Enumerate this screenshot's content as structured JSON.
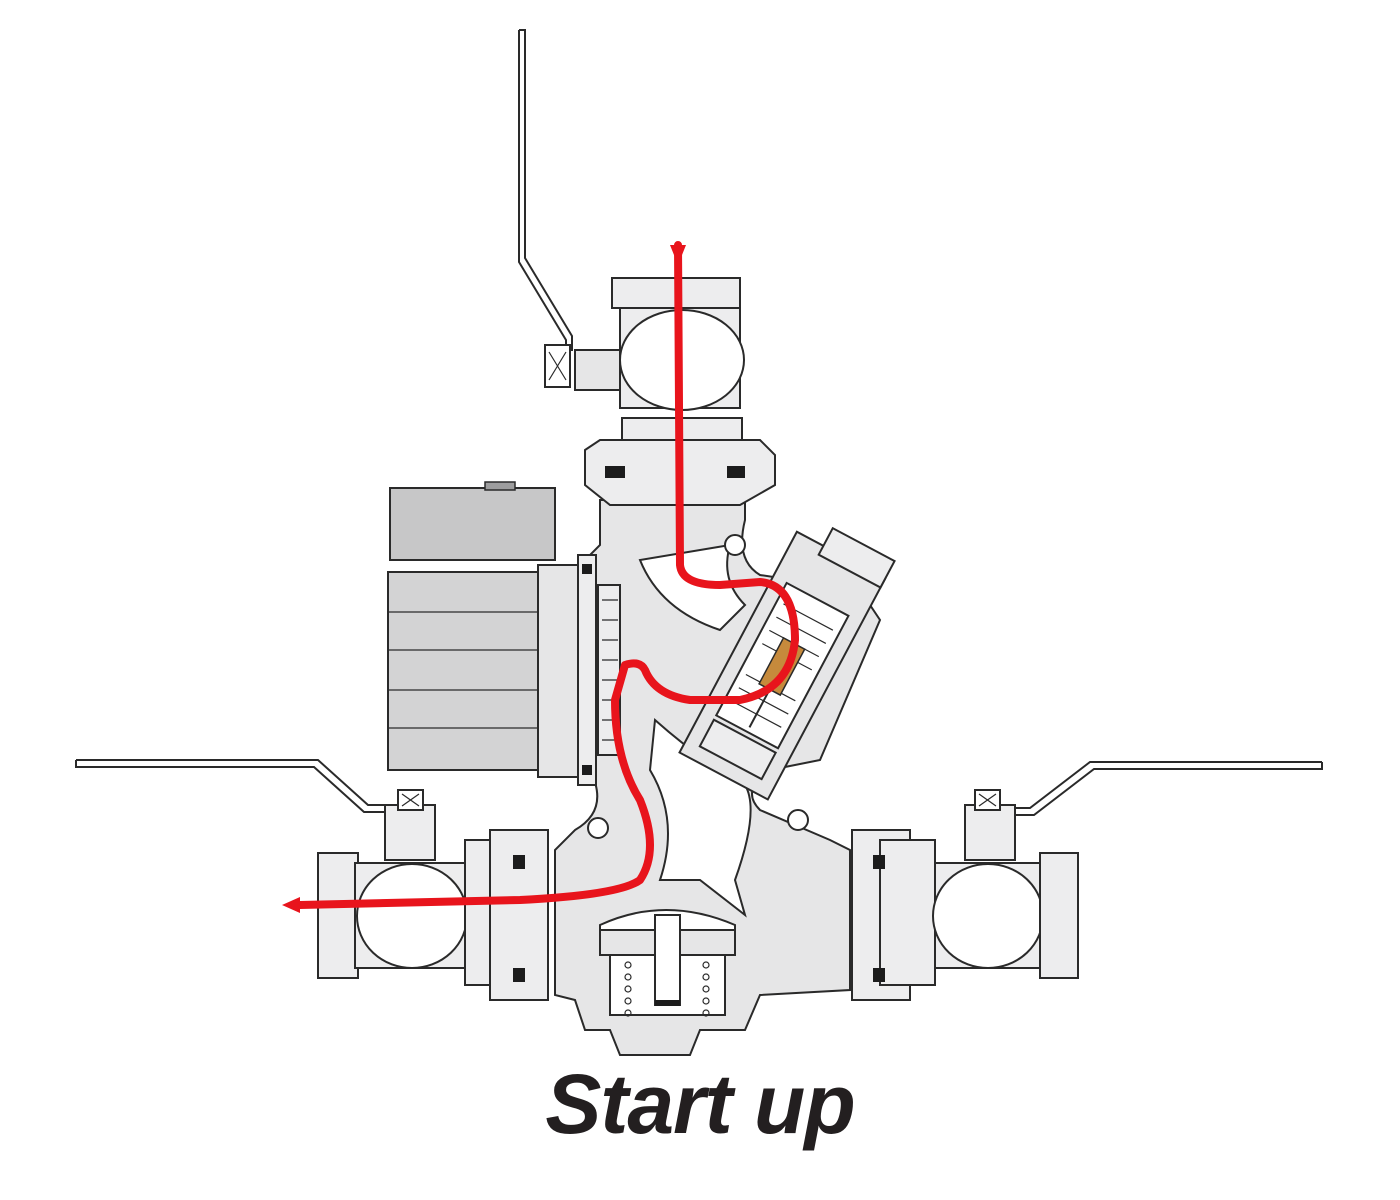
{
  "caption": "Start up",
  "colors": {
    "flow": "#e8141c",
    "valve_body": "#e6e6e7",
    "motor": "#d2d2d3",
    "thermostatic_element": "#c68a3c",
    "outline": "#2a2a2a",
    "caption_text": "#231f20"
  },
  "components": [
    "top-ball-valve",
    "pump-motor",
    "thermostatic-mixing-valve",
    "check-valve",
    "left-ball-valve",
    "right-ball-valve"
  ],
  "flow": {
    "inlet": "top",
    "outlet": "left"
  }
}
